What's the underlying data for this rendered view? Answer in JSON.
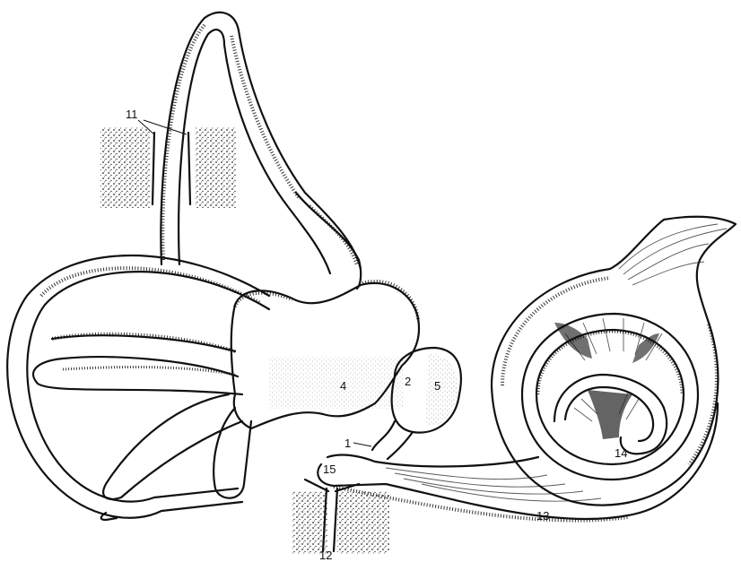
{
  "labels": {
    "l1": "1",
    "l2": "2",
    "l4": "4",
    "l5": "5",
    "l11": "11",
    "l12": "12",
    "l13": "13",
    "l14": "14",
    "l15": "15"
  }
}
